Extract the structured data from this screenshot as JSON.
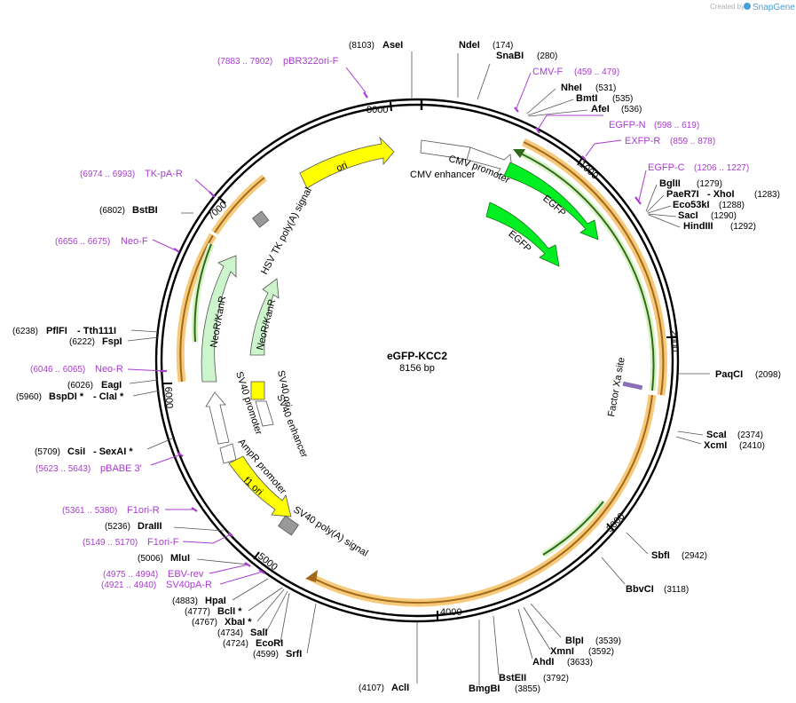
{
  "credit": {
    "prefix": "Created by",
    "brand": "SnapGene"
  },
  "plasmid": {
    "name": "eGFP-KCC2",
    "length_label": "8156 bp",
    "total_bp": 8156
  },
  "ticks": [
    {
      "label": "1000",
      "bp": 1000
    },
    {
      "label": "2000",
      "bp": 2000
    },
    {
      "label": "3000",
      "bp": 3000
    },
    {
      "label": "4000",
      "bp": 4000
    },
    {
      "label": "5000",
      "bp": 5000
    },
    {
      "label": "6000",
      "bp": 6000
    },
    {
      "label": "7000",
      "bp": 7000
    },
    {
      "label": "8000",
      "bp": 8000
    }
  ],
  "enzymes_right": [
    {
      "name": "NdeI",
      "pos": "(174)",
      "bp": 174
    },
    {
      "name": "SnaBI",
      "pos": "(280)",
      "bp": 280
    },
    {
      "name": "NheI",
      "pos": "(531)",
      "bp": 531
    },
    {
      "name": "BmtI",
      "pos": "(535)",
      "bp": 535
    },
    {
      "name": "AfeI",
      "pos": "(536)",
      "bp": 536
    },
    {
      "name": "BglII",
      "pos": "(1279)",
      "bp": 1279
    },
    {
      "name": "PaeR7I",
      "pos": "",
      "bp": 1283
    },
    {
      "name": "- XhoI",
      "pos": "(1283)",
      "bp": 1283
    },
    {
      "name": "Eco53kI",
      "pos": "(1288)",
      "bp": 1288
    },
    {
      "name": "SacI",
      "pos": "(1290)",
      "bp": 1290
    },
    {
      "name": "HindIII",
      "pos": "(1292)",
      "bp": 1292
    },
    {
      "name": "PaqCI",
      "pos": "(2098)",
      "bp": 2098
    },
    {
      "name": "ScaI",
      "pos": "(2374)",
      "bp": 2374
    },
    {
      "name": "XcmI",
      "pos": "(2410)",
      "bp": 2410
    },
    {
      "name": "SbfI",
      "pos": "(2942)",
      "bp": 2942
    },
    {
      "name": "BbvCI",
      "pos": "(3118)",
      "bp": 3118
    },
    {
      "name": "BlpI",
      "pos": "(3539)",
      "bp": 3539
    },
    {
      "name": "XmnI",
      "pos": "(3592)",
      "bp": 3592
    },
    {
      "name": "AhdI",
      "pos": "(3633)",
      "bp": 3633
    },
    {
      "name": "BstEII",
      "pos": "(3792)",
      "bp": 3792
    },
    {
      "name": "BmgBI",
      "pos": "(3855)",
      "bp": 3855
    }
  ],
  "enzymes_left": [
    {
      "name": "AseI",
      "pos": "(8103)",
      "bp": 8103
    },
    {
      "name": "BstBI",
      "pos": "(6802)",
      "bp": 6802
    },
    {
      "name": "PflFI",
      "pos": "(6238)",
      "bp": 6238
    },
    {
      "name": "- Tth111I",
      "pos": "",
      "bp": 6238
    },
    {
      "name": "FspI",
      "pos": "(6222)",
      "bp": 6222
    },
    {
      "name": "EagI",
      "pos": "(6026)",
      "bp": 6026
    },
    {
      "name": "BspDI *",
      "pos": "(5960)",
      "bp": 5960
    },
    {
      "name": "- ClaI *",
      "pos": "",
      "bp": 5960
    },
    {
      "name": "CsiI",
      "pos": "(5709)",
      "bp": 5709
    },
    {
      "name": "- SexAI *",
      "pos": "",
      "bp": 5709
    },
    {
      "name": "DraIII",
      "pos": "(5236)",
      "bp": 5236
    },
    {
      "name": "MluI",
      "pos": "(5006)",
      "bp": 5006
    },
    {
      "name": "HpaI",
      "pos": "(4883)",
      "bp": 4883
    },
    {
      "name": "BclI *",
      "pos": "(4777)",
      "bp": 4777
    },
    {
      "name": "XbaI *",
      "pos": "(4767)",
      "bp": 4767
    },
    {
      "name": "SalI",
      "pos": "(4734)",
      "bp": 4734
    },
    {
      "name": "EcoRI",
      "pos": "(4724)",
      "bp": 4724
    },
    {
      "name": "SrfI",
      "pos": "(4599)",
      "bp": 4599
    },
    {
      "name": "AclI",
      "pos": "(4107)",
      "bp": 4107
    }
  ],
  "primers": [
    {
      "name": "pBR322ori-F",
      "range": "(7883 .. 7902)",
      "bp": 7892
    },
    {
      "name": "CMV-F",
      "range": "(459 .. 479)",
      "bp": 469
    },
    {
      "name": "EGFP-N",
      "range": "(598 .. 619)",
      "bp": 608
    },
    {
      "name": "EXFP-R",
      "range": "(859 .. 878)",
      "bp": 868
    },
    {
      "name": "EGFP-C",
      "range": "(1206 .. 1227)",
      "bp": 1216
    },
    {
      "name": "TK-pA-R",
      "range": "(6974 .. 6993)",
      "bp": 6983
    },
    {
      "name": "Neo-F",
      "range": "(6656 .. 6675)",
      "bp": 6665
    },
    {
      "name": "Neo-R",
      "range": "(6046 .. 6065)",
      "bp": 6055
    },
    {
      "name": "pBABE 3'",
      "range": "(5623 .. 5643)",
      "bp": 5633
    },
    {
      "name": "F1ori-R",
      "range": "(5361 .. 5380)",
      "bp": 5370
    },
    {
      "name": "F1ori-F",
      "range": "(5149 .. 5170)",
      "bp": 5159
    },
    {
      "name": "EBV-rev",
      "range": "(4975 .. 4994)",
      "bp": 4984
    },
    {
      "name": "SV40pA-R",
      "range": "(4921 .. 4940)",
      "bp": 4930
    }
  ],
  "features": [
    {
      "name": "ori",
      "color": "#ffff00",
      "style": "yellow"
    },
    {
      "name": "CMV enhancer",
      "color": "#ffffff",
      "style": "white"
    },
    {
      "name": "CMV promoter",
      "color": "#ffffff",
      "style": "white"
    },
    {
      "name": "EGFP",
      "color": "#00ee22",
      "style": "green"
    },
    {
      "name": "EGFP",
      "color": "#00ee22",
      "style": "green"
    },
    {
      "name": "Factor Xa site",
      "color": "#8a6fb8",
      "style": "site"
    },
    {
      "name": "HSV TK poly(A) signal",
      "color": "#999999",
      "style": "grey"
    },
    {
      "name": "NeoR/KanR",
      "color": "#ccf5cc",
      "style": "lightgreen"
    },
    {
      "name": "NeoR/KanR",
      "color": "#ccf5cc",
      "style": "lightgreen"
    },
    {
      "name": "SV40 ori",
      "color": "#ffff00",
      "style": "yellow"
    },
    {
      "name": "SV40 enhancer",
      "color": "#ffffff",
      "style": "white"
    },
    {
      "name": "SV40 promoter",
      "color": "#ffffff",
      "style": "white"
    },
    {
      "name": "AmpR promoter",
      "color": "#ffffff",
      "style": "white"
    },
    {
      "name": "f1 ori",
      "color": "#ffff00",
      "style": "yellow"
    },
    {
      "name": "SV40 poly(A) signal",
      "color": "#999999",
      "style": "grey"
    }
  ],
  "colors": {
    "backbone": "#000000",
    "primer": "#a93bd1",
    "orf_fill": "#f7c97a",
    "orf_line": "#a06a1a",
    "inner_orf_fill": "#d9f2c4",
    "inner_orf_line": "#2f6a1a"
  }
}
